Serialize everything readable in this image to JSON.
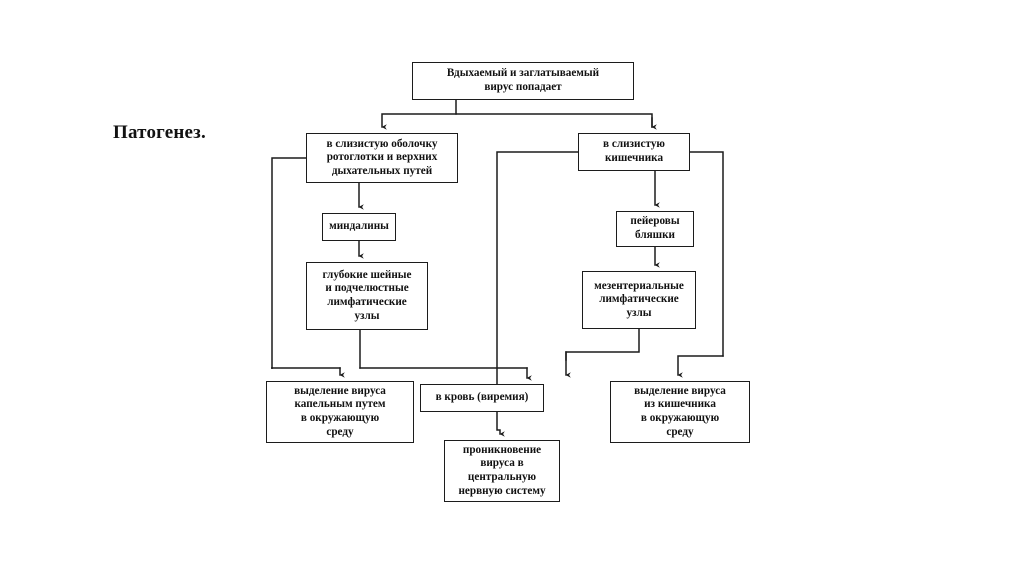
{
  "title": "Патогенез.",
  "diagram": {
    "type": "flowchart",
    "orientation": "top-down",
    "line_color": "#1c1c1c",
    "box_fill": "#ffffff",
    "nodes": [
      {
        "id": "root",
        "label": "Вдыхаемый и заглатываемый\nвирус попадает",
        "level": 0
      },
      {
        "id": "mucosa",
        "label": "в слизистую оболочку\nротоглотки и верхних\nдыхательных путей",
        "level": 1
      },
      {
        "id": "intestine",
        "label": "в слизистую\nкишечника",
        "level": 1
      },
      {
        "id": "tonsils",
        "label": "миндалины",
        "level": 2
      },
      {
        "id": "peyer",
        "label": "пейеровы\nбляшки",
        "level": 2
      },
      {
        "id": "cervical",
        "label": "глубокие шейные\nи подчелюстные\nлимфатические\nузлы",
        "level": 3
      },
      {
        "id": "mesenteric",
        "label": "мезентериальные\nлимфатические\nузлы",
        "level": 3
      },
      {
        "id": "droplet",
        "label": "выделение вируса\nкапельным путем\nв окружающую\nсреду",
        "level": 4
      },
      {
        "id": "blood",
        "label": "в кровь (виремия)",
        "level": 4
      },
      {
        "id": "gutshed",
        "label": "выделение вируса\nиз кишечника\nв окружающую\nсреду",
        "level": 4
      },
      {
        "id": "cns",
        "label": "проникновение\nвируса в\nцентральную\nнервную систему",
        "level": 5
      }
    ],
    "edges": [
      {
        "from": "root",
        "to": "mucosa"
      },
      {
        "from": "root",
        "to": "intestine"
      },
      {
        "from": "mucosa",
        "to": "tonsils"
      },
      {
        "from": "mucosa",
        "to": "droplet"
      },
      {
        "from": "mucosa",
        "to": "blood"
      },
      {
        "from": "intestine",
        "to": "peyer"
      },
      {
        "from": "intestine",
        "to": "blood"
      },
      {
        "from": "intestine",
        "to": "gutshed"
      },
      {
        "from": "tonsils",
        "to": "cervical"
      },
      {
        "from": "peyer",
        "to": "mesenteric"
      },
      {
        "from": "cervical",
        "to": "droplet"
      },
      {
        "from": "cervical",
        "to": "blood"
      },
      {
        "from": "mesenteric",
        "to": "blood"
      },
      {
        "from": "mesenteric",
        "to": "gutshed"
      },
      {
        "from": "blood",
        "to": "cns"
      }
    ]
  }
}
